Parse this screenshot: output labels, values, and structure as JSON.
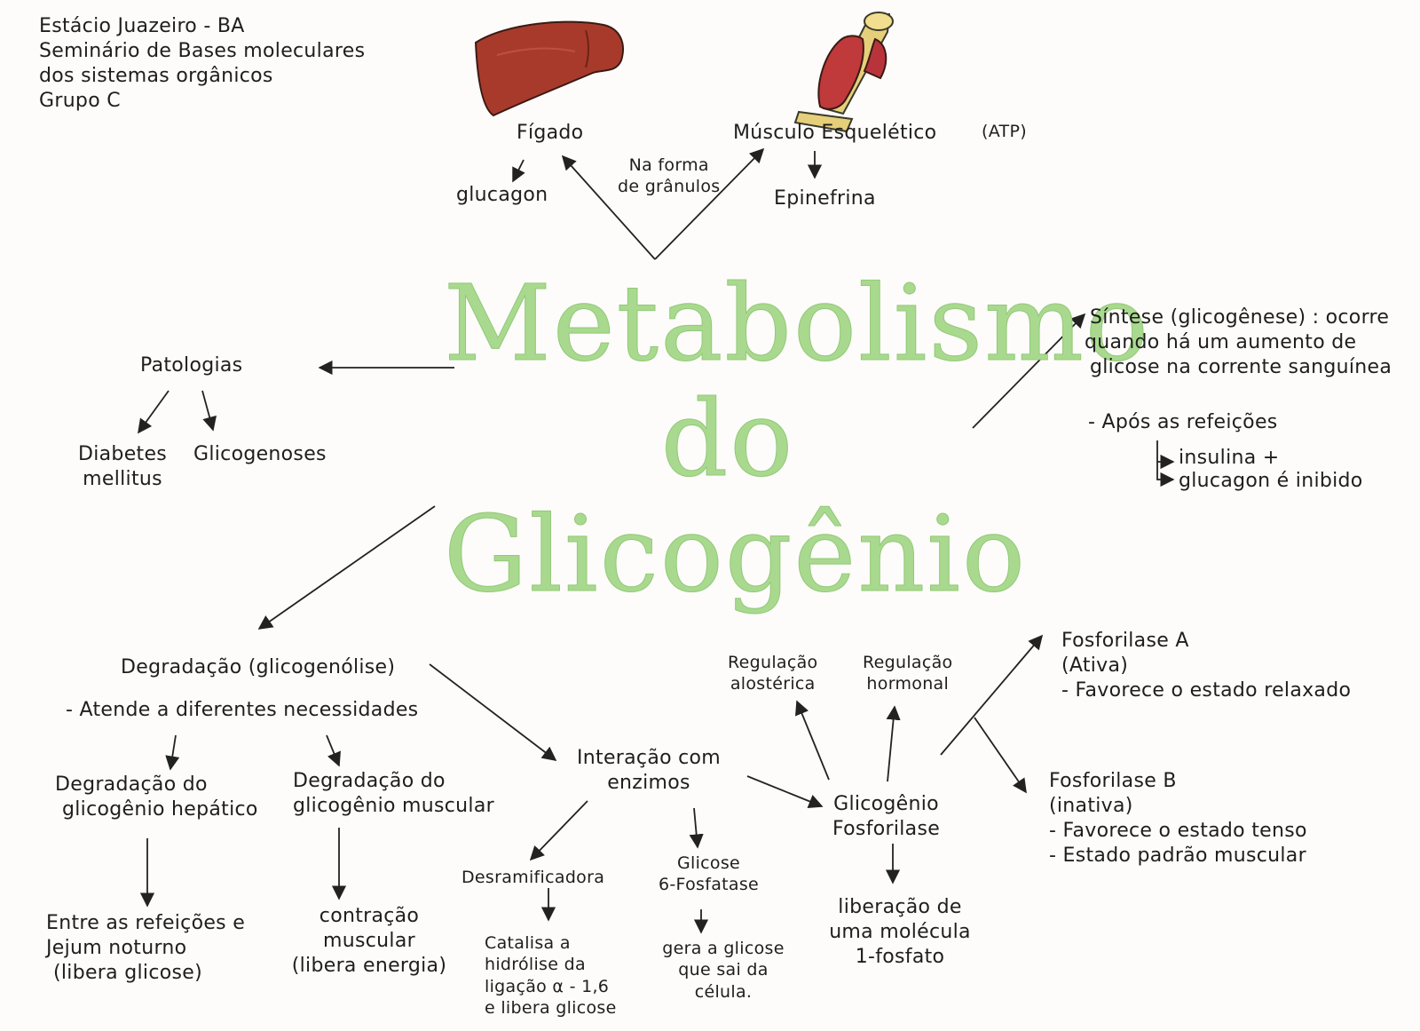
{
  "title": {
    "line1": "Metabolismo",
    "line2": "do",
    "line3": "Glicogênio"
  },
  "header": {
    "line1": "Estácio Juazeiro - BA",
    "line2": "Seminário de Bases moleculares",
    "line3": "dos sistemas orgânicos",
    "line4": "Grupo C"
  },
  "top": {
    "liver_label": "Fígado",
    "liver_sub": "glucagon",
    "granules_line1": "Na forma",
    "granules_line2": "de grânulos",
    "muscle_label": "Músculo Esquelético",
    "muscle_atp": "(ATP)",
    "muscle_sub": "Epinefrina"
  },
  "pathology": {
    "label": "Patologias",
    "diabetes_line1": "Diabetes",
    "diabetes_line2": "mellitus",
    "glycogenoses": "Glicogenoses"
  },
  "synthesis": {
    "line1": "Síntese (glicogênese) : ocorre",
    "line2": "quando há um aumento de",
    "line3": "glicose na corrente sanguínea",
    "line4": "- Após as refeições",
    "line5": "insulina +",
    "line6": "glucagon é inibido"
  },
  "degradation": {
    "label": "Degradação (glicogenólise)",
    "needs": "- Atende a diferentes necessidades",
    "hepatic_line1": "Degradação do",
    "hepatic_line2": "glicogênio hepático",
    "hepatic_detail_line1": "Entre as refeições e",
    "hepatic_detail_line2": "Jejum noturno",
    "hepatic_detail_line3": "(libera glicose)",
    "muscular_line1": "Degradação do",
    "muscular_line2": "glicogênio muscular",
    "muscular_detail_line1": "contração",
    "muscular_detail_line2": "muscular",
    "muscular_detail_line3": "(libera energia)"
  },
  "enzymes": {
    "label_line1": "Interação com",
    "label_line2": "enzimos",
    "debranching": "Desramificadora",
    "debranching_detail_line1": "Catalisa a",
    "debranching_detail_line2": "hidrólise da",
    "debranching_detail_line3": "ligação α - 1,6",
    "debranching_detail_line4": "e libera glicose",
    "g6p_line1": "Glicose",
    "g6p_line2": "6-Fosfatase",
    "g6p_detail_line1": "gera a glicose",
    "g6p_detail_line2": "que sai da",
    "g6p_detail_line3": "célula."
  },
  "phosphorylase": {
    "label_line1": "Glicogênio",
    "label_line2": "Fosforilase",
    "detail_line1": "liberação de",
    "detail_line2": "uma molécula",
    "detail_line3": "1-fosfato",
    "allosteric_line1": "Regulação",
    "allosteric_line2": "alostérica",
    "hormonal_line1": "Regulação",
    "hormonal_line2": "hormonal",
    "a_line1": "Fosforilase A",
    "a_line2": "(Ativa)",
    "a_line3": "- Favorece o estado relaxado",
    "b_line1": "Fosforilase B",
    "b_line2": "(inativa)",
    "b_line3": "- Favorece o estado tenso",
    "b_line4": "- Estado padrão muscular"
  },
  "colors": {
    "title_green": "#a9d98e",
    "ink": "#1e1e1e",
    "liver": "#a83a2c",
    "muscle": "#c0393b",
    "bone": "#e6cf7a"
  },
  "icons": [
    "liver-illustration",
    "muscle-bone-illustration"
  ]
}
